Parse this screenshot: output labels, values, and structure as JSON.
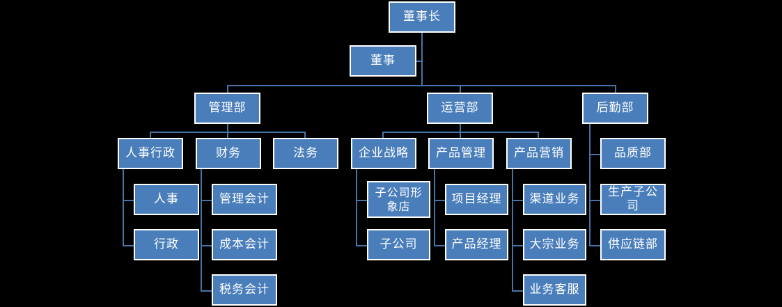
{
  "diagram": {
    "type": "org-chart",
    "title_node": "董事长",
    "theme": {
      "background": "#000000",
      "node_fill": "#4a7ebb",
      "node_border": "#ffffff",
      "node_text": "#ffffff",
      "connector": "#4674a8"
    },
    "nodes": {
      "chairman": "董事长",
      "director": "董事",
      "dept_management": "管理部",
      "dept_operations": "运营部",
      "dept_logistics": "后勤部",
      "hr_admin": "人事行政",
      "finance": "财务",
      "legal": "法务",
      "hr": "人事",
      "admin": "行政",
      "management_accounting": "管理会计",
      "cost_accounting": "成本会计",
      "tax_accounting": "税务会计",
      "corp_strategy": "企业战略",
      "product_management": "产品管理",
      "product_marketing": "产品营销",
      "subsidiary_flagship_store": "子公司形象店",
      "subsidiary": "子公司",
      "project_manager": "项目经理",
      "product_manager": "产品经理",
      "channel_business": "渠道业务",
      "bulk_business": "大宗业务",
      "business_customer_service": "业务客服",
      "quality_dept": "品质部",
      "production_subsidiary": "生产子公司",
      "supply_chain_dept": "供应链部"
    },
    "hierarchy": [
      {
        "label": "董事长",
        "children": [
          {
            "label": "董事",
            "children": [
              {
                "label": "管理部",
                "children": [
                  {
                    "label": "人事行政",
                    "children": [
                      {
                        "label": "人事"
                      },
                      {
                        "label": "行政"
                      }
                    ]
                  },
                  {
                    "label": "财务",
                    "children": [
                      {
                        "label": "管理会计"
                      },
                      {
                        "label": "成本会计"
                      },
                      {
                        "label": "税务会计"
                      }
                    ]
                  },
                  {
                    "label": "法务"
                  }
                ]
              },
              {
                "label": "运营部",
                "children": [
                  {
                    "label": "企业战略",
                    "children": [
                      {
                        "label": "子公司形象店"
                      },
                      {
                        "label": "子公司"
                      }
                    ]
                  },
                  {
                    "label": "产品管理",
                    "children": [
                      {
                        "label": "项目经理"
                      },
                      {
                        "label": "产品经理"
                      }
                    ]
                  },
                  {
                    "label": "产品营销",
                    "children": [
                      {
                        "label": "渠道业务"
                      },
                      {
                        "label": "大宗业务"
                      },
                      {
                        "label": "业务客服"
                      }
                    ]
                  }
                ]
              },
              {
                "label": "后勤部",
                "children": [
                  {
                    "label": "品质部"
                  },
                  {
                    "label": "生产子公司"
                  },
                  {
                    "label": "供应链部"
                  }
                ]
              }
            ]
          }
        ]
      }
    ]
  }
}
